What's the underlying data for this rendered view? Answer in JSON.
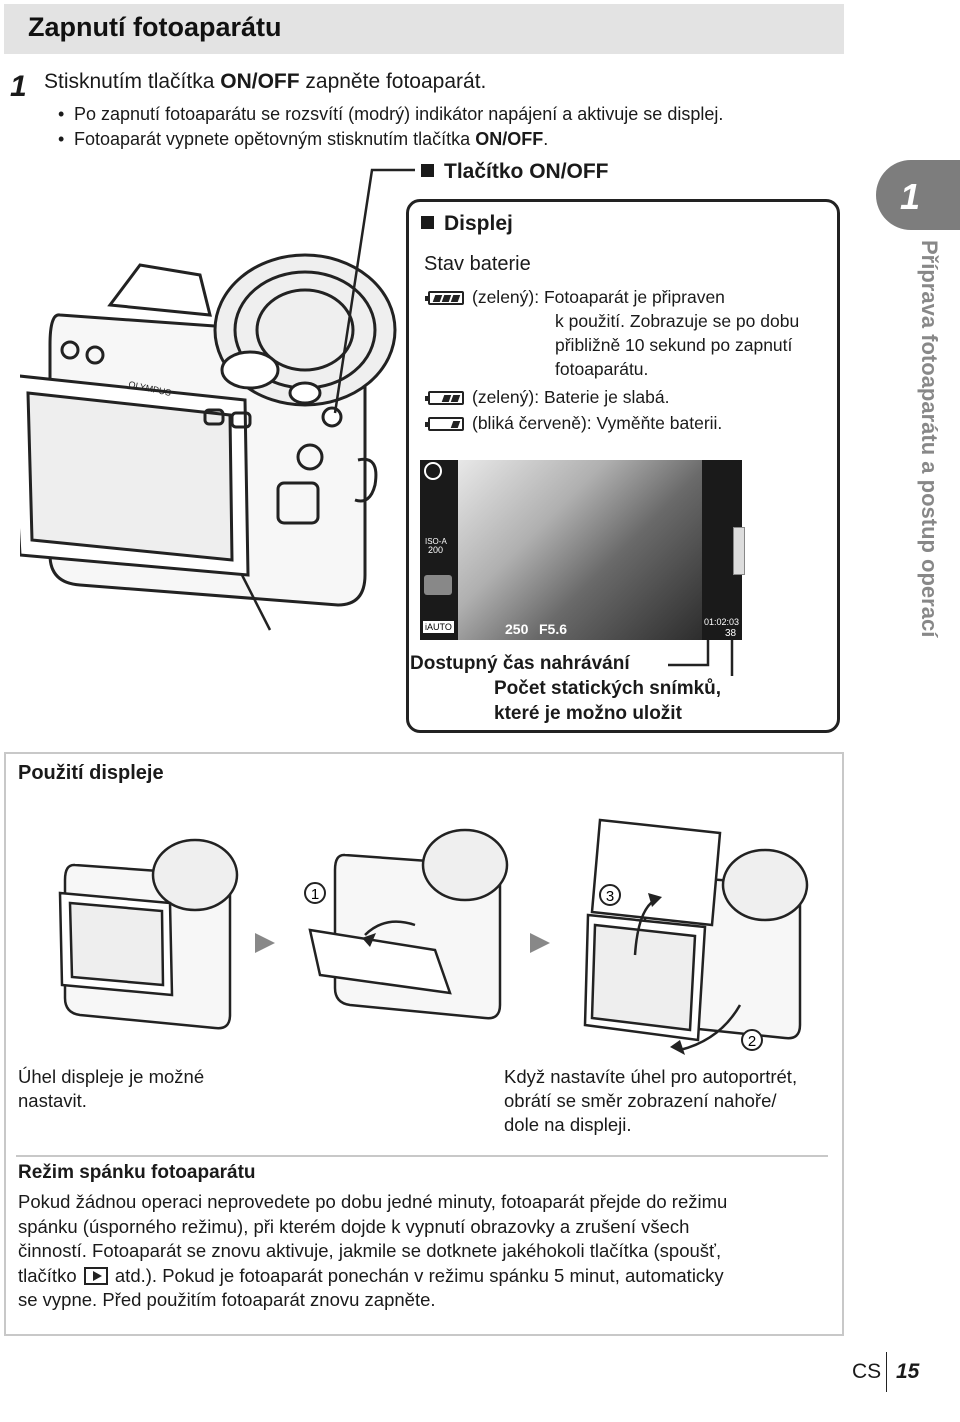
{
  "title": "Zapnutí fotoaparátu",
  "step1": {
    "num": "1",
    "text_pre": "Stisknutím tlačítka ",
    "text_bold": "ON/OFF",
    "text_post": " zapněte fotoaparát.",
    "bullet1": "Po zapnutí fotoaparátu se rozsvítí (modrý) indikátor napájení a aktivuje se displej.",
    "bullet2_pre": "Fotoaparát vypnete opětovným stisknutím tlačítka ",
    "bullet2_bold": "ON/OFF",
    "bullet2_post": "."
  },
  "callout_onoff": "Tlačítko ON/OFF",
  "display": {
    "title": "Displej",
    "battery_title": "Stav baterie",
    "rows": [
      {
        "line1": "(zelený): Fotoaparát je připraven",
        "line2": "k použití. Zobrazuje se po dobu",
        "line3": "přibližně 10 sekund po zapnutí",
        "line4": "fotoaparátu."
      },
      {
        "line1": "(zelený): Baterie je slabá."
      },
      {
        "line1": "(bliká červeně): Vyměňte baterii."
      }
    ],
    "lcd": {
      "iso_label": "ISO-A",
      "iso_value": "200",
      "mode": "iAUTO",
      "shutter": "250",
      "aperture": "F5.6",
      "rec_time": "01:02:03",
      "shots": "38"
    },
    "label_rec_time": "Dostupný čas nahrávání",
    "label_shots_1": "Počet statických snímků,",
    "label_shots_2": "které je možno uložit"
  },
  "side_tab": {
    "num": "1",
    "text": "Příprava fotoaparátu a postup operací"
  },
  "usage": {
    "title": "Použití displeje",
    "markers": [
      "1",
      "2",
      "3"
    ],
    "caption_left_1": "Úhel displeje je možné",
    "caption_left_2": "nastavit.",
    "caption_right_1": "Když nastavíte úhel pro autoportrét,",
    "caption_right_2": "obrátí se směr zobrazení nahoře/",
    "caption_right_3": "dole na displeji."
  },
  "sleep": {
    "title": "Režim spánku fotoaparátu",
    "line1": "Pokud žádnou operaci neprovedete po dobu jedné minuty, fotoaparát přejde do režimu",
    "line2": "spánku (úsporného režimu), při kterém dojde k vypnutí obrazovky a zrušení všech",
    "line3": "činností. Fotoaparát se znovu aktivuje, jakmile se dotknete jakéhokoli tlačítka (spoušť,",
    "line4_pre": "tlačítko ",
    "line4_post": " atd.). Pokud je fotoaparát ponechán v režimu spánku 5 minut, automaticky",
    "line5": "se vypne. Před použitím fotoaparát znovu zapněte."
  },
  "footer": {
    "lang": "CS",
    "page": "15"
  }
}
